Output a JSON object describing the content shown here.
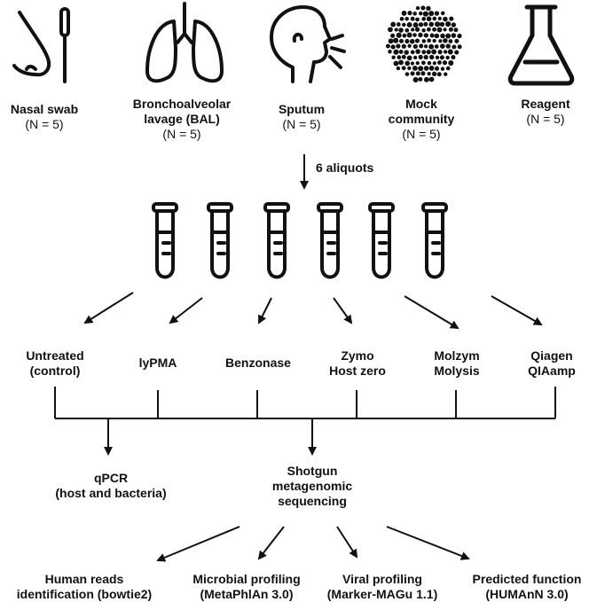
{
  "samples": [
    {
      "name_lines": [
        "Nasal swab"
      ],
      "count": "(N = 5)",
      "icon": "nose-swab-icon"
    },
    {
      "name_lines": [
        "Bronchoalveolar",
        "lavage (BAL)"
      ],
      "count": "(N = 5)",
      "icon": "lungs-icon"
    },
    {
      "name_lines": [
        "Sputum"
      ],
      "count": "(N = 5)",
      "icon": "head-cough-icon"
    },
    {
      "name_lines": [
        "Mock",
        "community"
      ],
      "count": "(N = 5)",
      "icon": "microbe-cluster-icon"
    },
    {
      "name_lines": [
        "Reagent"
      ],
      "count": "(N = 5)",
      "icon": "flask-icon"
    }
  ],
  "aliquot_label": "6 aliquots",
  "tube_count": 6,
  "treatments": [
    [
      "Untreated",
      "(control)"
    ],
    [
      "lyPMA"
    ],
    [
      "Benzonase"
    ],
    [
      "Zymo",
      "Host zero"
    ],
    [
      "Molzym",
      "Molysis"
    ],
    [
      "Qiagen",
      "QIAamp"
    ]
  ],
  "assays": [
    [
      "qPCR",
      "(host and bacteria)"
    ],
    [
      "Shotgun",
      "metagenomic",
      "sequencing"
    ]
  ],
  "analyses": [
    [
      "Human reads",
      "identification (bowtie2)"
    ],
    [
      "Microbial profiling",
      "(MetaPhlAn 3.0)"
    ],
    [
      "Viral profiling",
      "(Marker-MAGu 1.1)"
    ],
    [
      "Predicted function",
      "(HUMAnN 3.0)"
    ]
  ],
  "colors": {
    "ink": "#111111"
  }
}
